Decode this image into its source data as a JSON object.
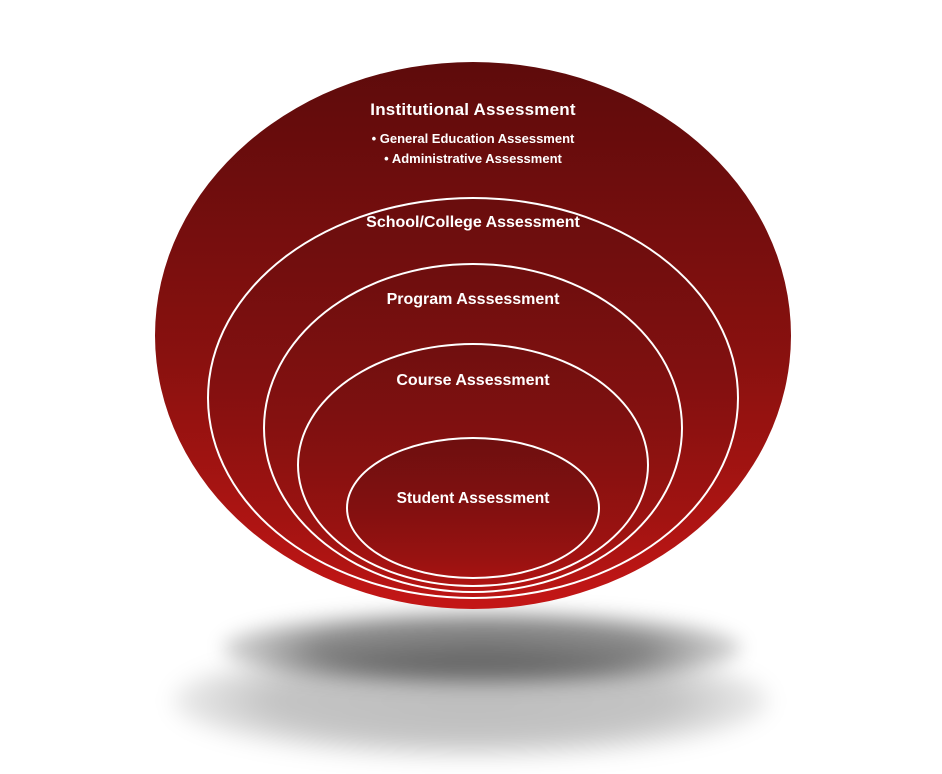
{
  "diagram": {
    "levels": [
      {
        "label": "Institutional Assessment",
        "bullets": [
          "• General Education Assessment",
          "• Administrative Assessment"
        ]
      },
      {
        "label": "School/College Assessment"
      },
      {
        "label": "Program Asssessment"
      },
      {
        "label": "Course Assessment"
      },
      {
        "label": "Student Assessment"
      }
    ],
    "colors": {
      "gradient_top": "#5e0b0b",
      "gradient_bottom": "#c41616",
      "outline": "#ffffff",
      "text": "#ffffff",
      "shadow": "#8a8a8a",
      "background": "#ffffff"
    }
  }
}
